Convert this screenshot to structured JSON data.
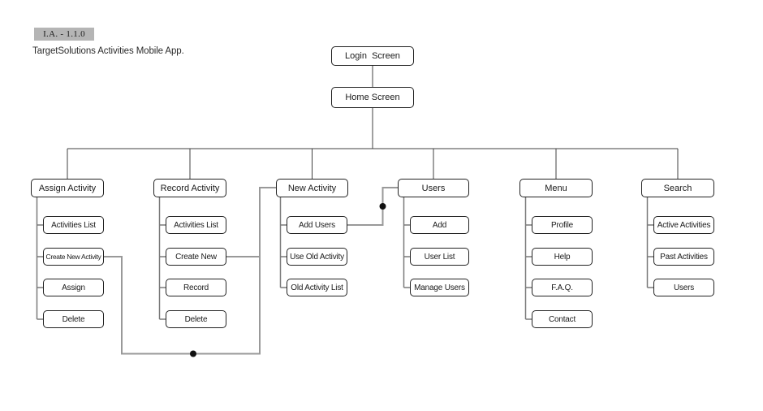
{
  "page": {
    "badge": "I.A. - 1.1.0",
    "subtitle": "TargetSolutions Activities Mobile App."
  },
  "nodes": {
    "login": "Login  Screen",
    "home": "Home Screen"
  },
  "columns": [
    {
      "header": "Assign Activity",
      "children": [
        "Activities List",
        "Create New Activity",
        "Assign",
        "Delete"
      ]
    },
    {
      "header": "Record Activity",
      "children": [
        "Activities List",
        "Create New",
        "Record",
        "Delete"
      ]
    },
    {
      "header": "New Activity",
      "children": [
        "Add Users",
        "Use Old Activity",
        "Old Activity List"
      ]
    },
    {
      "header": "Users",
      "children": [
        "Add",
        "User List",
        "Manage Users"
      ]
    },
    {
      "header": "Menu",
      "children": [
        "Profile",
        "Help",
        "F.A.Q.",
        "Contact"
      ]
    },
    {
      "header": "Search",
      "children": [
        "Active Activities",
        "Past Activities",
        "Users"
      ]
    }
  ],
  "cross_links": [
    {
      "from": "Create New Activity + Create New",
      "to": "New Activity"
    },
    {
      "from": "Add Users",
      "to": "Users"
    }
  ],
  "colors": {
    "badge_bg": "#b5b5b5",
    "box_border": "#222222",
    "trunk_line": "#404040",
    "spine_line": "#7a7a7a",
    "link_line": "#999999",
    "dot": "#111111"
  }
}
